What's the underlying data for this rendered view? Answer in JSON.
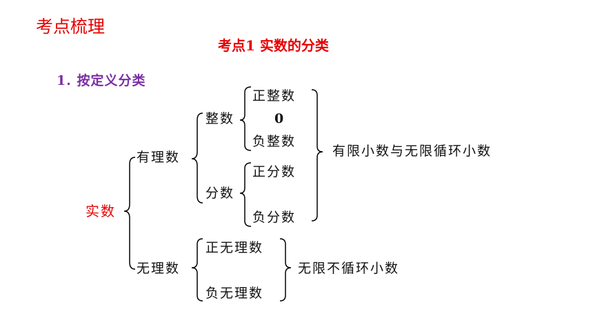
{
  "header": {
    "section_title": "考点梳理",
    "topic_title": "考点1 实数的分类"
  },
  "classification": {
    "heading": "1. 按定义分类",
    "root": "实数",
    "rational": {
      "label": "有理数",
      "integers": {
        "label": "整数",
        "positive": "正整数",
        "zero": "0",
        "negative": "负整数"
      },
      "fractions": {
        "label": "分数",
        "positive": "正分数",
        "negative": "负分数"
      },
      "description": "有限小数与无限循环小数"
    },
    "irrational": {
      "label": "无理数",
      "positive": "正无理数",
      "negative": "负无理数",
      "description": "无限不循环小数"
    }
  }
}
